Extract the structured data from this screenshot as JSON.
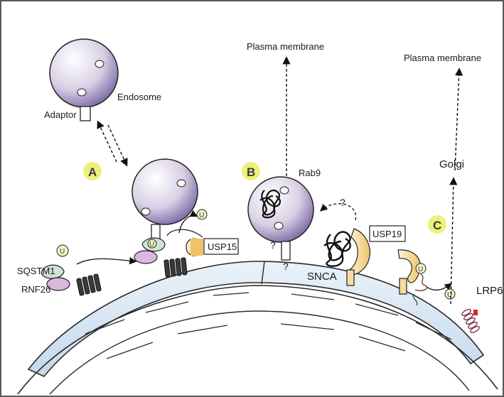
{
  "labels": {
    "endosome": "Endosome",
    "adaptor": "Adaptor",
    "plasma_membrane_b": "Plasma membrane",
    "plasma_membrane_c": "Plasma membrane",
    "golgi": "Golgi",
    "rab9": "Rab9",
    "sqstm1": "SQSTM1",
    "rnf26": "RNF26",
    "usp15": "USP15",
    "usp19": "USP19",
    "snca": "SNCA",
    "lrp6": "LRP6"
  },
  "panels": {
    "a": "A",
    "b": "B",
    "c": "C"
  },
  "ubiquitin": "U",
  "question": "?",
  "colors": {
    "er_fill": "#dbe8f3",
    "er_stroke": "#2a2a2a",
    "vesicle_light": "#f4f1f8",
    "vesicle_dark": "#6e5a9a",
    "panel_badge": "#eef07a",
    "sqstm1": "#cfe4d4",
    "rnf26": "#d9b8de",
    "usp_fill": "#f6dca0",
    "ubiquitin_fill": "#f3f5c8"
  }
}
